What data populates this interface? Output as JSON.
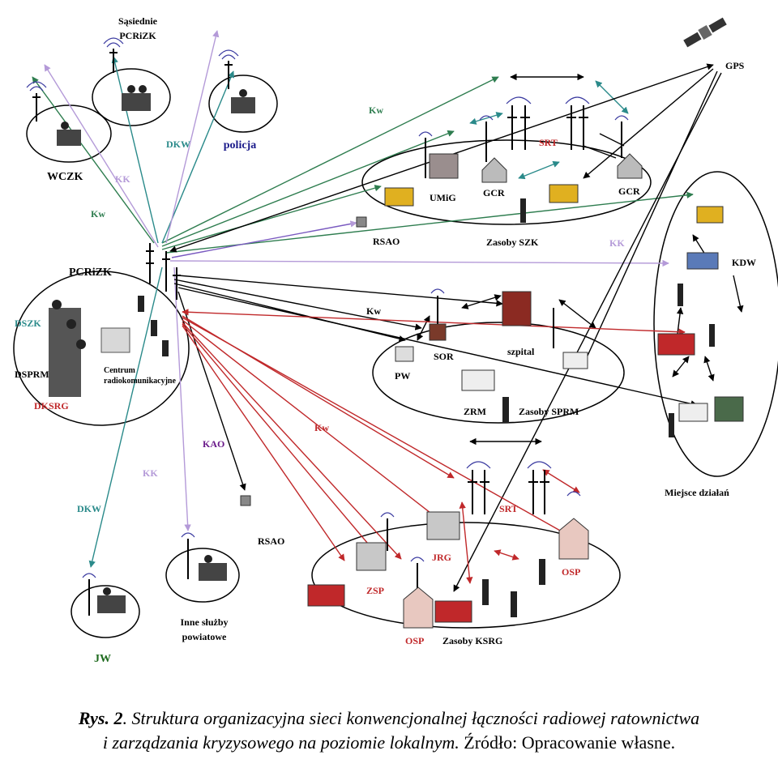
{
  "nodes": {
    "sasiednie_pcrizk": "Sąsiednie\nPCRiZK",
    "wczk": "WCZK",
    "policja": "policja",
    "pcrizk": "PCRiZK",
    "dszk": "DSZK",
    "dsprm": "DSPRM",
    "dksrg": "DKSRG",
    "centrum": "Centrum\nradiokomunikacyjne",
    "umig": "UMiG",
    "gcr1": "GCR",
    "gcr2": "GCR",
    "srt_top": "SRT",
    "rsao_top": "RSAO",
    "zasoby_szk": "Zasoby SZK",
    "gps": "GPS",
    "kdw": "KDW",
    "pw": "PW",
    "sor": "SOR",
    "szpital": "szpital",
    "zrm": "ZRM",
    "zasoby_sprm": "Zasoby SPRM",
    "miejsce": "Miejsce działań",
    "rsao_bottom": "RSAO",
    "srt_bottom": "SRT",
    "jrg": "JRG",
    "zsp": "ZSP",
    "osp_right": "OSP",
    "osp_bottom": "OSP",
    "zasoby_ksrg": "Zasoby KSRG",
    "jw": "JW",
    "inne": "Inne służby\npowiatowe"
  },
  "links": {
    "kw_top": "Kw",
    "kw_left": "Kw",
    "kk_top": "KK",
    "dkw_top": "DKW",
    "kk_right": "KK",
    "kw_mid": "Kw",
    "kw_red": "Kw",
    "kao": "KAO",
    "kk_bottom": "KK",
    "dkw_bottom": "DKW"
  },
  "caption": {
    "label": "Rys. 2",
    "text": ". Struktura organizacyjna sieci konwencjonalnej łączności radiowej ratownictwa",
    "line2": "i zarządzania kryzysowego na poziomie lokalnym.",
    "source": " Źródło: Opracowanie własne."
  },
  "colors": {
    "green": "#2e7d4f",
    "teal": "#2a8a8a",
    "lilac": "#b49ad8",
    "red": "#c0282a",
    "black": "#000000",
    "navy": "#1a1a8a",
    "dark_green": "#1f6b1f"
  }
}
